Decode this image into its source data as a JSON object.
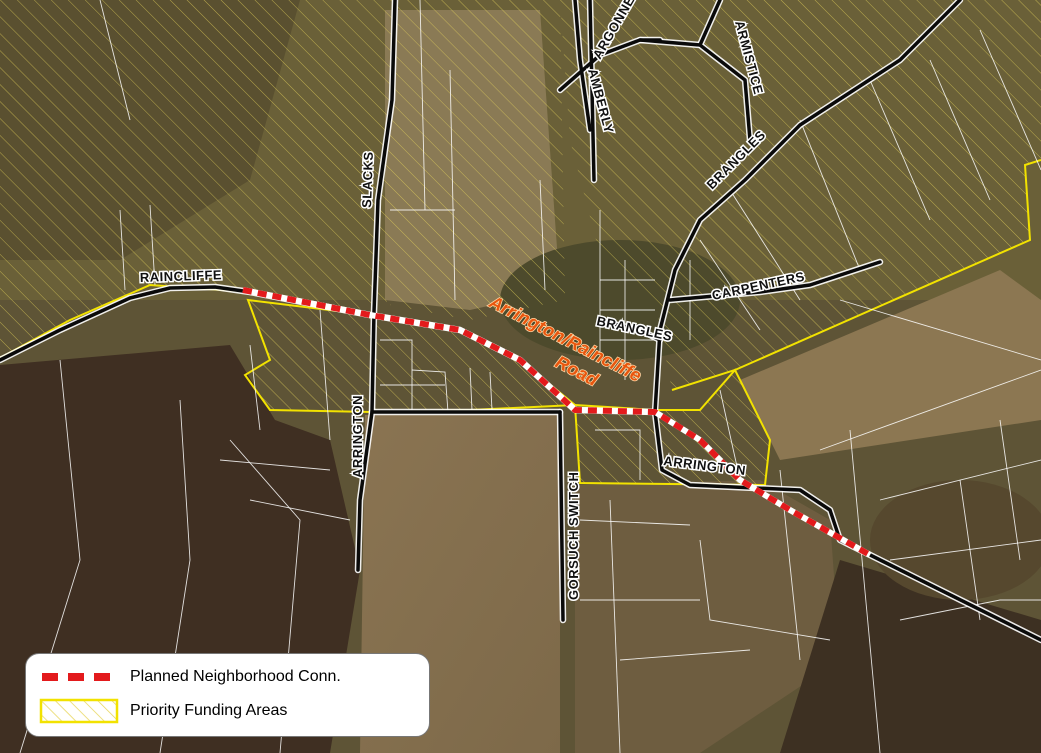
{
  "colors": {
    "planned_connection": "#e31a1c",
    "priority_area_outline": "#f2e200",
    "road": "#0a0a0a",
    "parcel": "#ffffff",
    "title": "#e8560e"
  },
  "map": {
    "title_line1": "Arrington/Raincliffe",
    "title_line2": "Road",
    "road_labels": {
      "raincliffe": "RAINCLIFFE",
      "slacks": "SLACKS",
      "arrington_west": "ARRINGTON",
      "arrington_east": "ARRINGTON",
      "gorsuch_switch": "GORSUCH SWITCH",
      "brangles_ne": "BRANGLES",
      "brangles_center": "BRANGLES",
      "carpenters": "CARPENTERS",
      "amberly": "AMBERLY",
      "argonne": "ARGONNE",
      "armistice": "ARMISTICE"
    }
  },
  "legend": {
    "items": [
      {
        "label": "Planned Neighborhood Conn.",
        "symbol": "red-white-dashed-line"
      },
      {
        "label": "Priority Funding Areas",
        "symbol": "yellow-hatched-polygon"
      }
    ]
  }
}
